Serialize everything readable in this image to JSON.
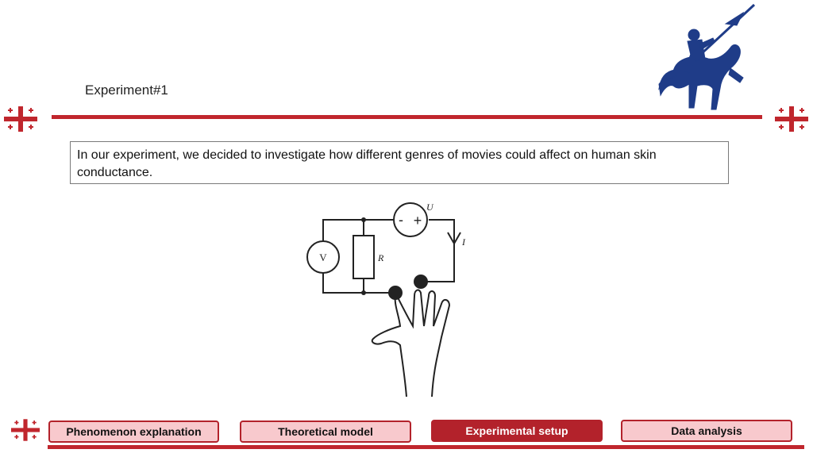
{
  "slide": {
    "title": "Experiment#1",
    "intro_text": "In our experiment, we decided to investigate how different genres of movies could affect on human skin conductance."
  },
  "circuit": {
    "voltmeter_label": "V",
    "resistor_label": "R",
    "source_label": "U",
    "current_label": "I",
    "source_minus": "-",
    "source_plus": "+"
  },
  "nav": {
    "items": [
      {
        "label": "Phenomenon explanation",
        "active": false
      },
      {
        "label": "Theoretical model",
        "active": false
      },
      {
        "label": "Experimental setup",
        "active": true
      },
      {
        "label": "Data analysis",
        "active": false
      }
    ]
  },
  "colors": {
    "accent": "#c0262d",
    "button_fill": "#f8c9cd",
    "logo": "#1f3c88"
  },
  "icons": [
    "georgian-cross-icon",
    "knight-logo-icon"
  ]
}
